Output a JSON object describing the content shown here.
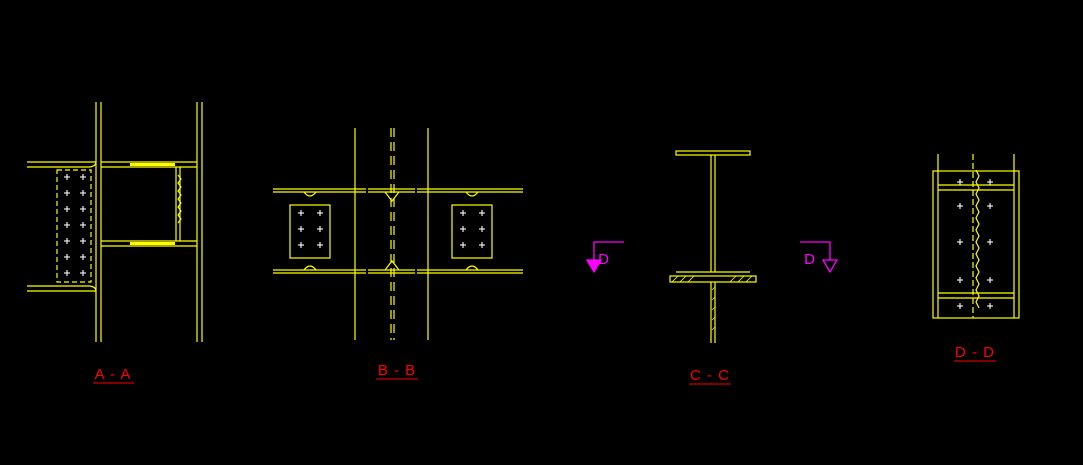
{
  "colors": {
    "background": "#000000",
    "steel_lines": "#ffff00",
    "section_labels": "#ff0000",
    "cut_markers": "#ff00ff",
    "bolts": "#ffffff"
  },
  "sections": [
    {
      "id": "AA",
      "label": "A - A"
    },
    {
      "id": "BB",
      "label": "B - B"
    },
    {
      "id": "CC",
      "label": "C - C"
    },
    {
      "id": "DD",
      "label": "D - D"
    }
  ],
  "cut_markers": [
    {
      "id": "left",
      "letter": "D"
    },
    {
      "id": "right",
      "letter": "D"
    }
  ]
}
